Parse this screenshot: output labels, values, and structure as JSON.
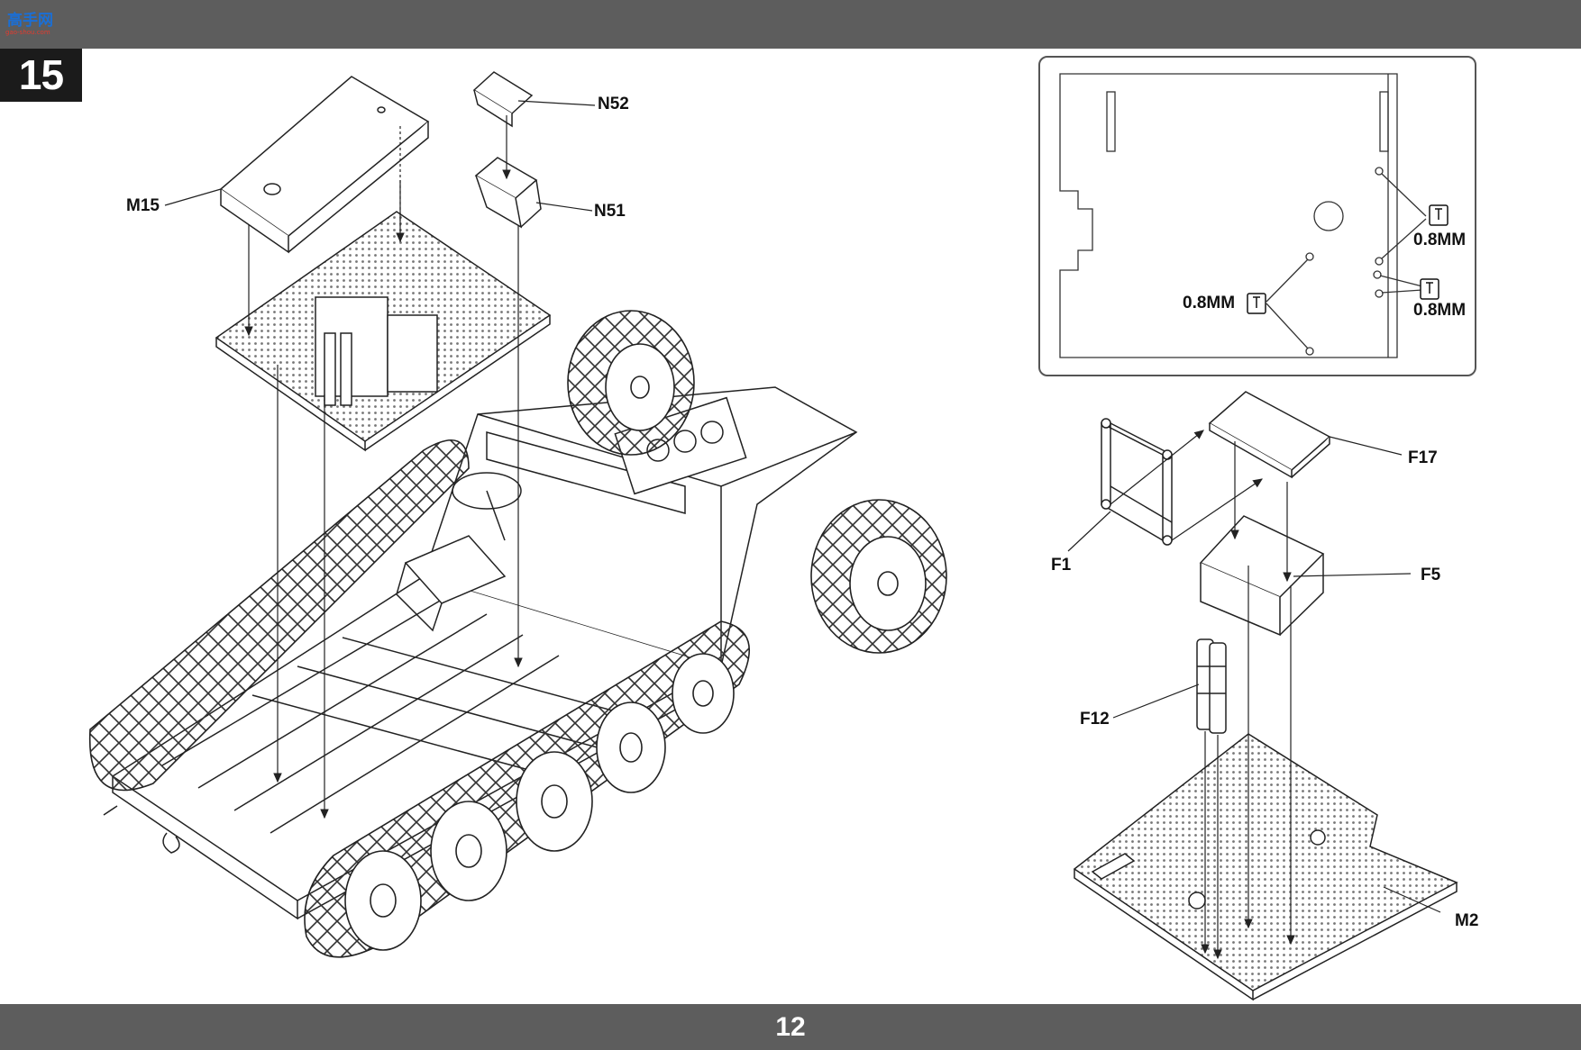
{
  "header": {
    "logo_text": "高手网",
    "logo_sub": "gao-shou.com"
  },
  "step": {
    "number": "15"
  },
  "footer": {
    "page_number": "12"
  },
  "parts": {
    "m15": "M15",
    "n52": "N52",
    "n51": "N51",
    "f17": "F17",
    "f1": "F1",
    "f5": "F5",
    "f12": "F12",
    "m2": "M2"
  },
  "inset": {
    "drill_right_top": "0.8MM",
    "drill_left": "0.8MM",
    "drill_right_bottom": "0.8MM",
    "drill_icon": "drill-bit-icon"
  }
}
